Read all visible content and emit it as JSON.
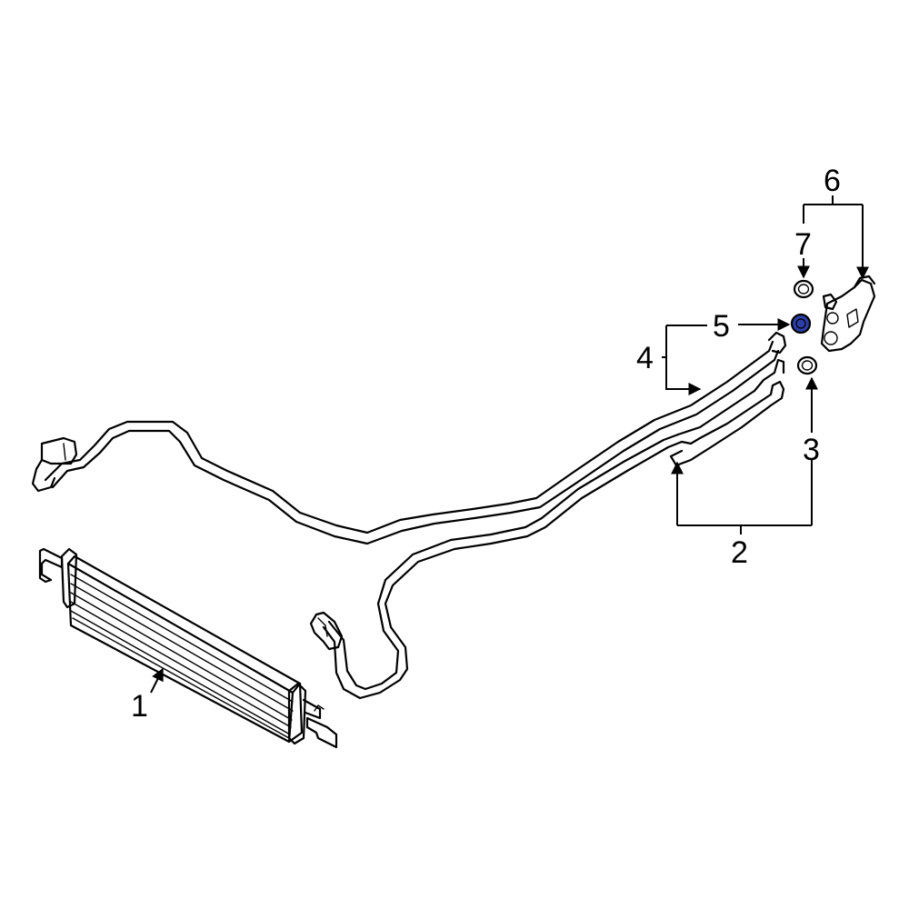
{
  "callouts": {
    "c1": "1",
    "c2": "2",
    "c3": "3",
    "c4": "4",
    "c5": "5",
    "c6": "6",
    "c7": "7"
  },
  "colors": {
    "line": "#000000",
    "highlight_fill": "#2d3ea8",
    "background": "#ffffff"
  }
}
